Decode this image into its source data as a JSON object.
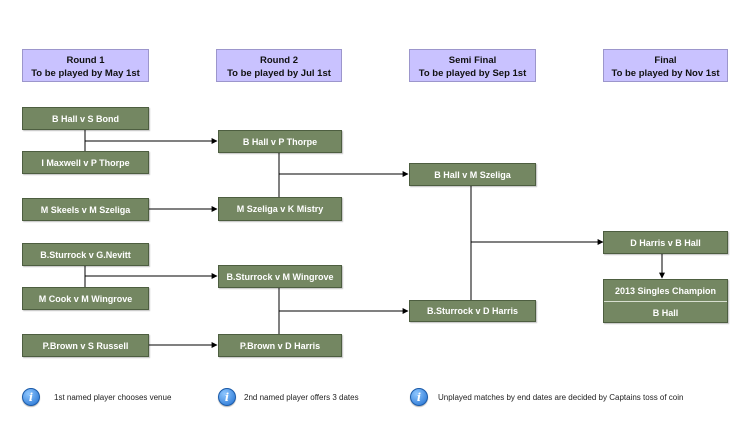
{
  "headers": [
    {
      "line1": "Round 1",
      "line2": "To be played by May 1st"
    },
    {
      "line1": "Round 2",
      "line2": "To be played by Jul 1st"
    },
    {
      "line1": "Semi Final",
      "line2": "To be played by Sep 1st"
    },
    {
      "line1": "Final",
      "line2": "To be played by Nov 1st"
    }
  ],
  "round1": [
    "B Hall v S Bond",
    "I Maxwell v P Thorpe",
    "M Skeels v M Szeliga",
    "B.Sturrock v G.Nevitt",
    "M Cook v M Wingrove",
    "P.Brown v S Russell"
  ],
  "round2": [
    "B Hall v P Thorpe",
    "M Szeliga v K Mistry",
    "B.Sturrock v M Wingrove",
    "P.Brown v D Harris"
  ],
  "semi": [
    "B Hall v M Szeliga",
    "B.Sturrock  v D Harris"
  ],
  "final": "D Harris v B Hall",
  "champion": {
    "title": "2013 Singles Champion",
    "name": "B Hall"
  },
  "notes": [
    "1st named player chooses venue",
    "2nd named player offers 3 dates",
    "Unplayed matches by end dates are decided by Captains toss of coin"
  ],
  "colors": {
    "header_bg": "#c9c2ff",
    "match_bg": "#748762",
    "line": "#000000"
  }
}
